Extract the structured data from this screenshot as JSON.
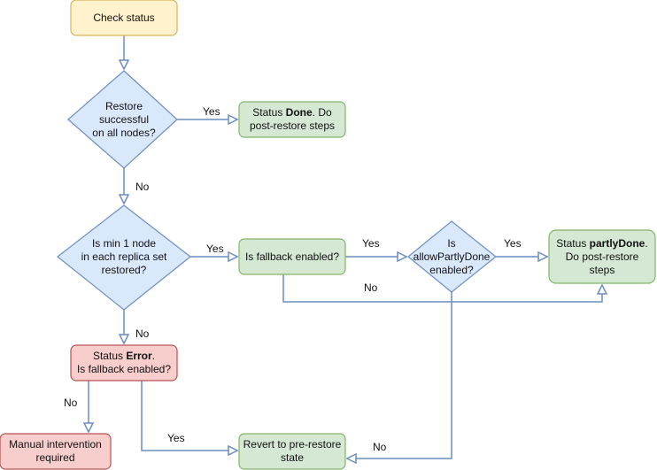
{
  "nodes": {
    "check_status": {
      "text": "Check status"
    },
    "restore_successful": {
      "line1": "Restore",
      "line2": "successful",
      "line3": "on all nodes?"
    },
    "status_done": {
      "pre": "Status ",
      "bold": "Done",
      "post": ". Do",
      "line2": "post-restore steps"
    },
    "min_one_node": {
      "line1": "Is min 1 node",
      "line2": "in each replica set",
      "line3": "restored?"
    },
    "fallback_enabled": {
      "text": "Is fallback enabled?"
    },
    "allow_partly_done": {
      "line1": "Is",
      "line2": "allowPartlyDone",
      "line3": "enabled?"
    },
    "status_partly_done": {
      "pre": "Status ",
      "bold": "partlyDone",
      "post": ".",
      "line2": "Do post-restore",
      "line3": "steps"
    },
    "status_error": {
      "pre": "Status ",
      "bold": "Error",
      "post": ".",
      "line2": "Is fallback enabled?"
    },
    "manual_intervention": {
      "line1": "Manual intervention",
      "line2": "required"
    },
    "revert": {
      "line1": "Revert to pre-restore",
      "line2": "state"
    }
  },
  "edge_labels": {
    "restore_yes": "Yes",
    "restore_no": "No",
    "min_node_yes": "Yes",
    "min_node_no": "No",
    "fallback_yes": "Yes",
    "fallback_no": "No",
    "allow_yes": "Yes",
    "error_no": "No",
    "error_yes": "Yes",
    "allow_no": "No"
  },
  "colors": {
    "start_fill": "#fff2cc",
    "start_stroke": "#d6b656",
    "decision_fill": "#dae8fc",
    "decision_stroke": "#6c8ebf",
    "ok_fill": "#d5e8d4",
    "ok_stroke": "#82b366",
    "error_fill": "#f8cecc",
    "error_stroke": "#b85450",
    "edge": "#6c8ebf"
  }
}
